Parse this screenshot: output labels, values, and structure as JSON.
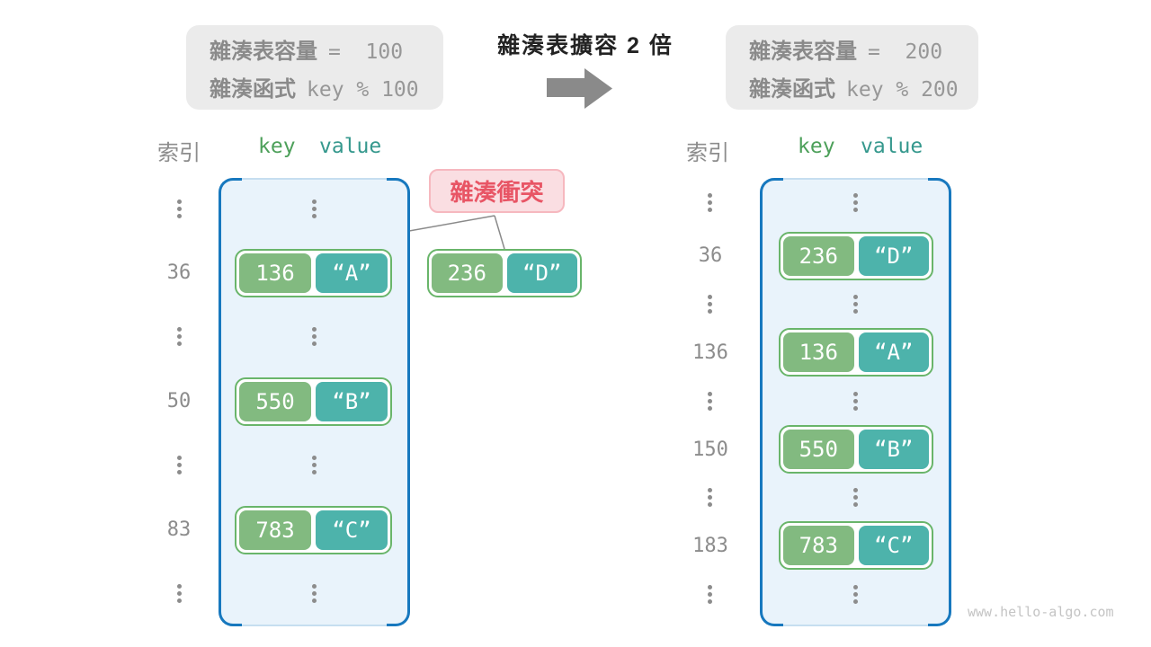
{
  "capacity_before": {
    "label1": "雜湊表容量",
    "code1": "=  100",
    "label2": "雜湊函式",
    "code2": "key % 100"
  },
  "expand": {
    "title": "雜湊表擴容 2 倍"
  },
  "capacity_after": {
    "label1": "雜湊表容量",
    "code1": "=  200",
    "label2": "雜湊函式",
    "code2": "key % 200"
  },
  "left_table": {
    "headers": {
      "index": "索引",
      "key": "key",
      "value": "value"
    },
    "entries": [
      {
        "index": "36",
        "key": "136",
        "value": "“A”"
      },
      {
        "index": "50",
        "key": "550",
        "value": "“B”"
      },
      {
        "index": "83",
        "key": "783",
        "value": "“C”"
      }
    ]
  },
  "collision": {
    "label": "雜湊衝突",
    "entry": {
      "key": "236",
      "value": "“D”"
    }
  },
  "right_table": {
    "headers": {
      "index": "索引",
      "key": "key",
      "value": "value"
    },
    "entries": [
      {
        "index": "36",
        "key": "236",
        "value": "“D”"
      },
      {
        "index": "136",
        "key": "136",
        "value": "“A”"
      },
      {
        "index": "150",
        "key": "550",
        "value": "“B”"
      },
      {
        "index": "183",
        "key": "783",
        "value": "“C”"
      }
    ]
  },
  "watermark": "www.hello-algo.com",
  "colors": {
    "key_green": "#82ba80",
    "value_teal": "#4db3ab",
    "pair_border": "#69b56a",
    "table_fill": "#e9f3fb",
    "table_border_blue": "#1778be",
    "collision_text": "#e85565",
    "collision_bg": "#fadee2",
    "gray_text": "#8c8c8c",
    "header_key_green": "#4da05a",
    "header_value_teal": "#35988d"
  }
}
